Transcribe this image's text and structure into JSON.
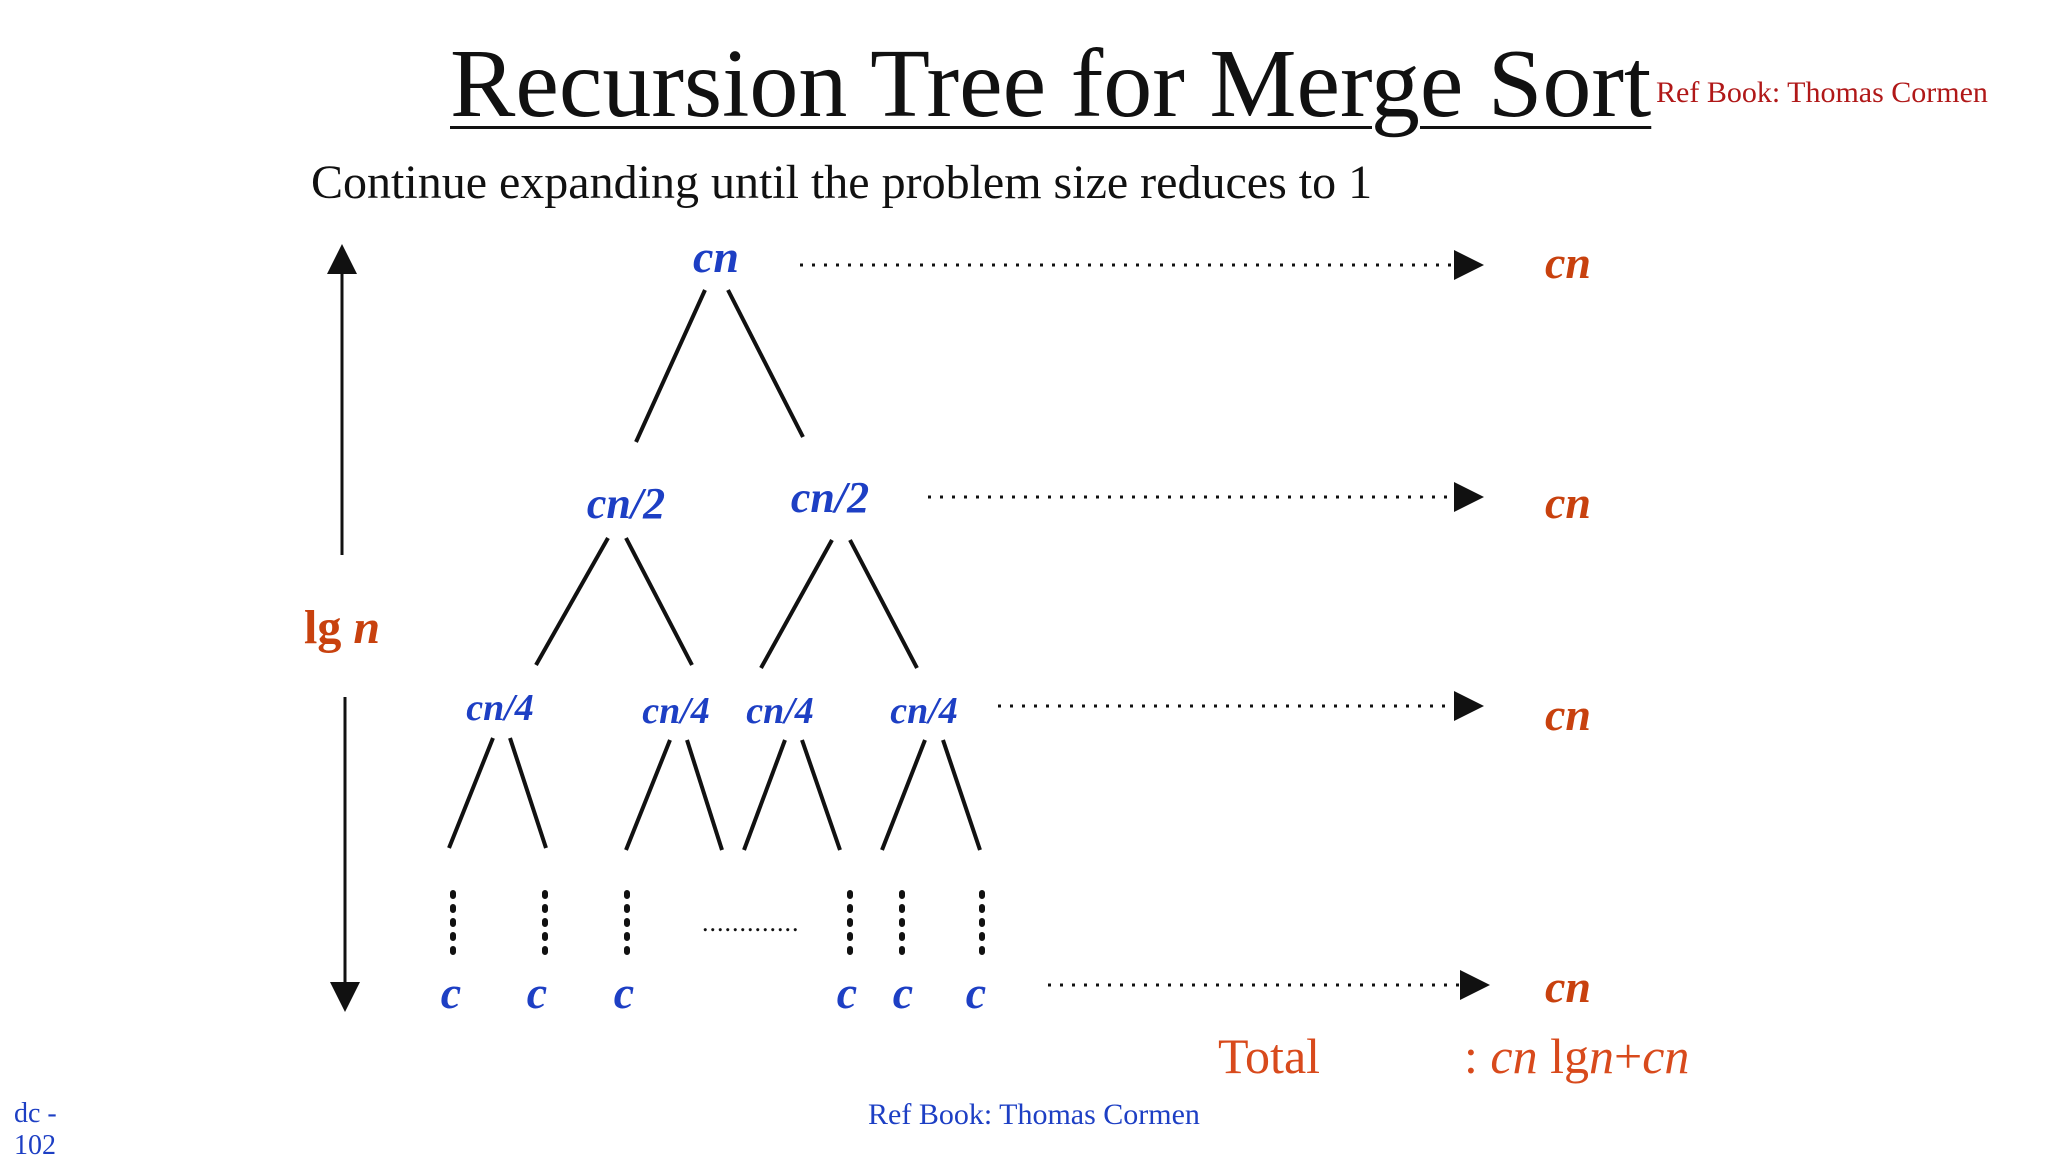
{
  "title": "Recursion Tree for Merge Sort",
  "ref_top": "Ref Book: Thomas Cormen",
  "subtitle": "Continue expanding until the problem size reduces to 1",
  "tree": {
    "root": "cn",
    "level1": [
      "cn/2",
      "cn/2"
    ],
    "level2": [
      "cn/4",
      "cn/4",
      "cn/4",
      "cn/4"
    ],
    "leaves": [
      "c",
      "c",
      "c",
      "c",
      "c",
      "c"
    ],
    "ellipsis": "............."
  },
  "level_costs": [
    "cn",
    "cn",
    "cn",
    "cn"
  ],
  "height_label": {
    "prefix": "lg ",
    "var": "n"
  },
  "total": {
    "label": "Total",
    "value_parts": [
      ": ",
      "cn",
      " lg",
      "n",
      "+",
      "cn"
    ]
  },
  "ref_bottom": "Ref Book: Thomas Cormen",
  "slide_number": "dc - 102",
  "colors": {
    "node": "#1d3fc4",
    "cost": "#c8410e",
    "total": "#d84a1c",
    "ref_top": "#b01818"
  }
}
